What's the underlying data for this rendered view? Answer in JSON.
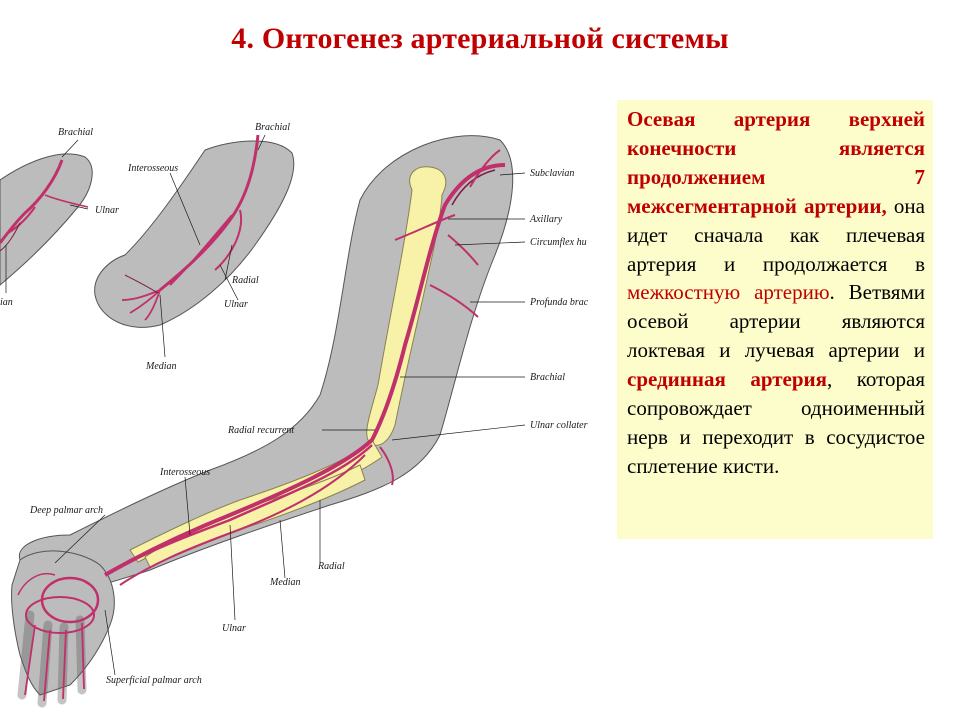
{
  "slide": {
    "title": "4. Онтогенез артериальной системы"
  },
  "figure": {
    "labels": {
      "brachial_a": "Brachial",
      "ulnar_a": "Ulnar",
      "radial_cut": "ian",
      "brachial_b": "Brachial",
      "interosseous_b": "Interosseous",
      "radial_b": "Radial",
      "ulnar_b": "Ulnar",
      "median_b": "Median",
      "subclavian": "Subclavian",
      "axillary": "Axillary",
      "circumflex": "Circumflex hu",
      "profunda": "Profunda brac",
      "brachial_c": "Brachial",
      "radial_recurrent": "Radial recurrent",
      "ulnar_collateral": "Ulnar collater",
      "interosseous_c": "Interosseous",
      "deep_palmar": "Deep palmar arch",
      "radial_c": "Radial",
      "median_c": "Median",
      "ulnar_c": "Ulnar",
      "superficial_palmar": "Superficial palmar arch"
    },
    "colors": {
      "limb_fill": "#bcbcbc",
      "bone_fill": "#f7f2a8",
      "artery": "#c0306a",
      "artery_dark": "#7a1f40"
    }
  },
  "description": {
    "parts": [
      "Осевая артерия верхней конечности является продолжением 7 межсегментарной артерии,",
      " она идет сначала как плечевая артерия и продолжается в ",
      "межкостную артерию",
      ". Ветвями осевой артерии являются локтевая и лучевая артерии и ",
      "срединная артерия",
      ", которая сопровождает одноименный нерв и переходит в сосудистое сплетение кисти."
    ],
    "colors": {
      "accent": "#c00000",
      "background": "#fdfccb"
    }
  }
}
